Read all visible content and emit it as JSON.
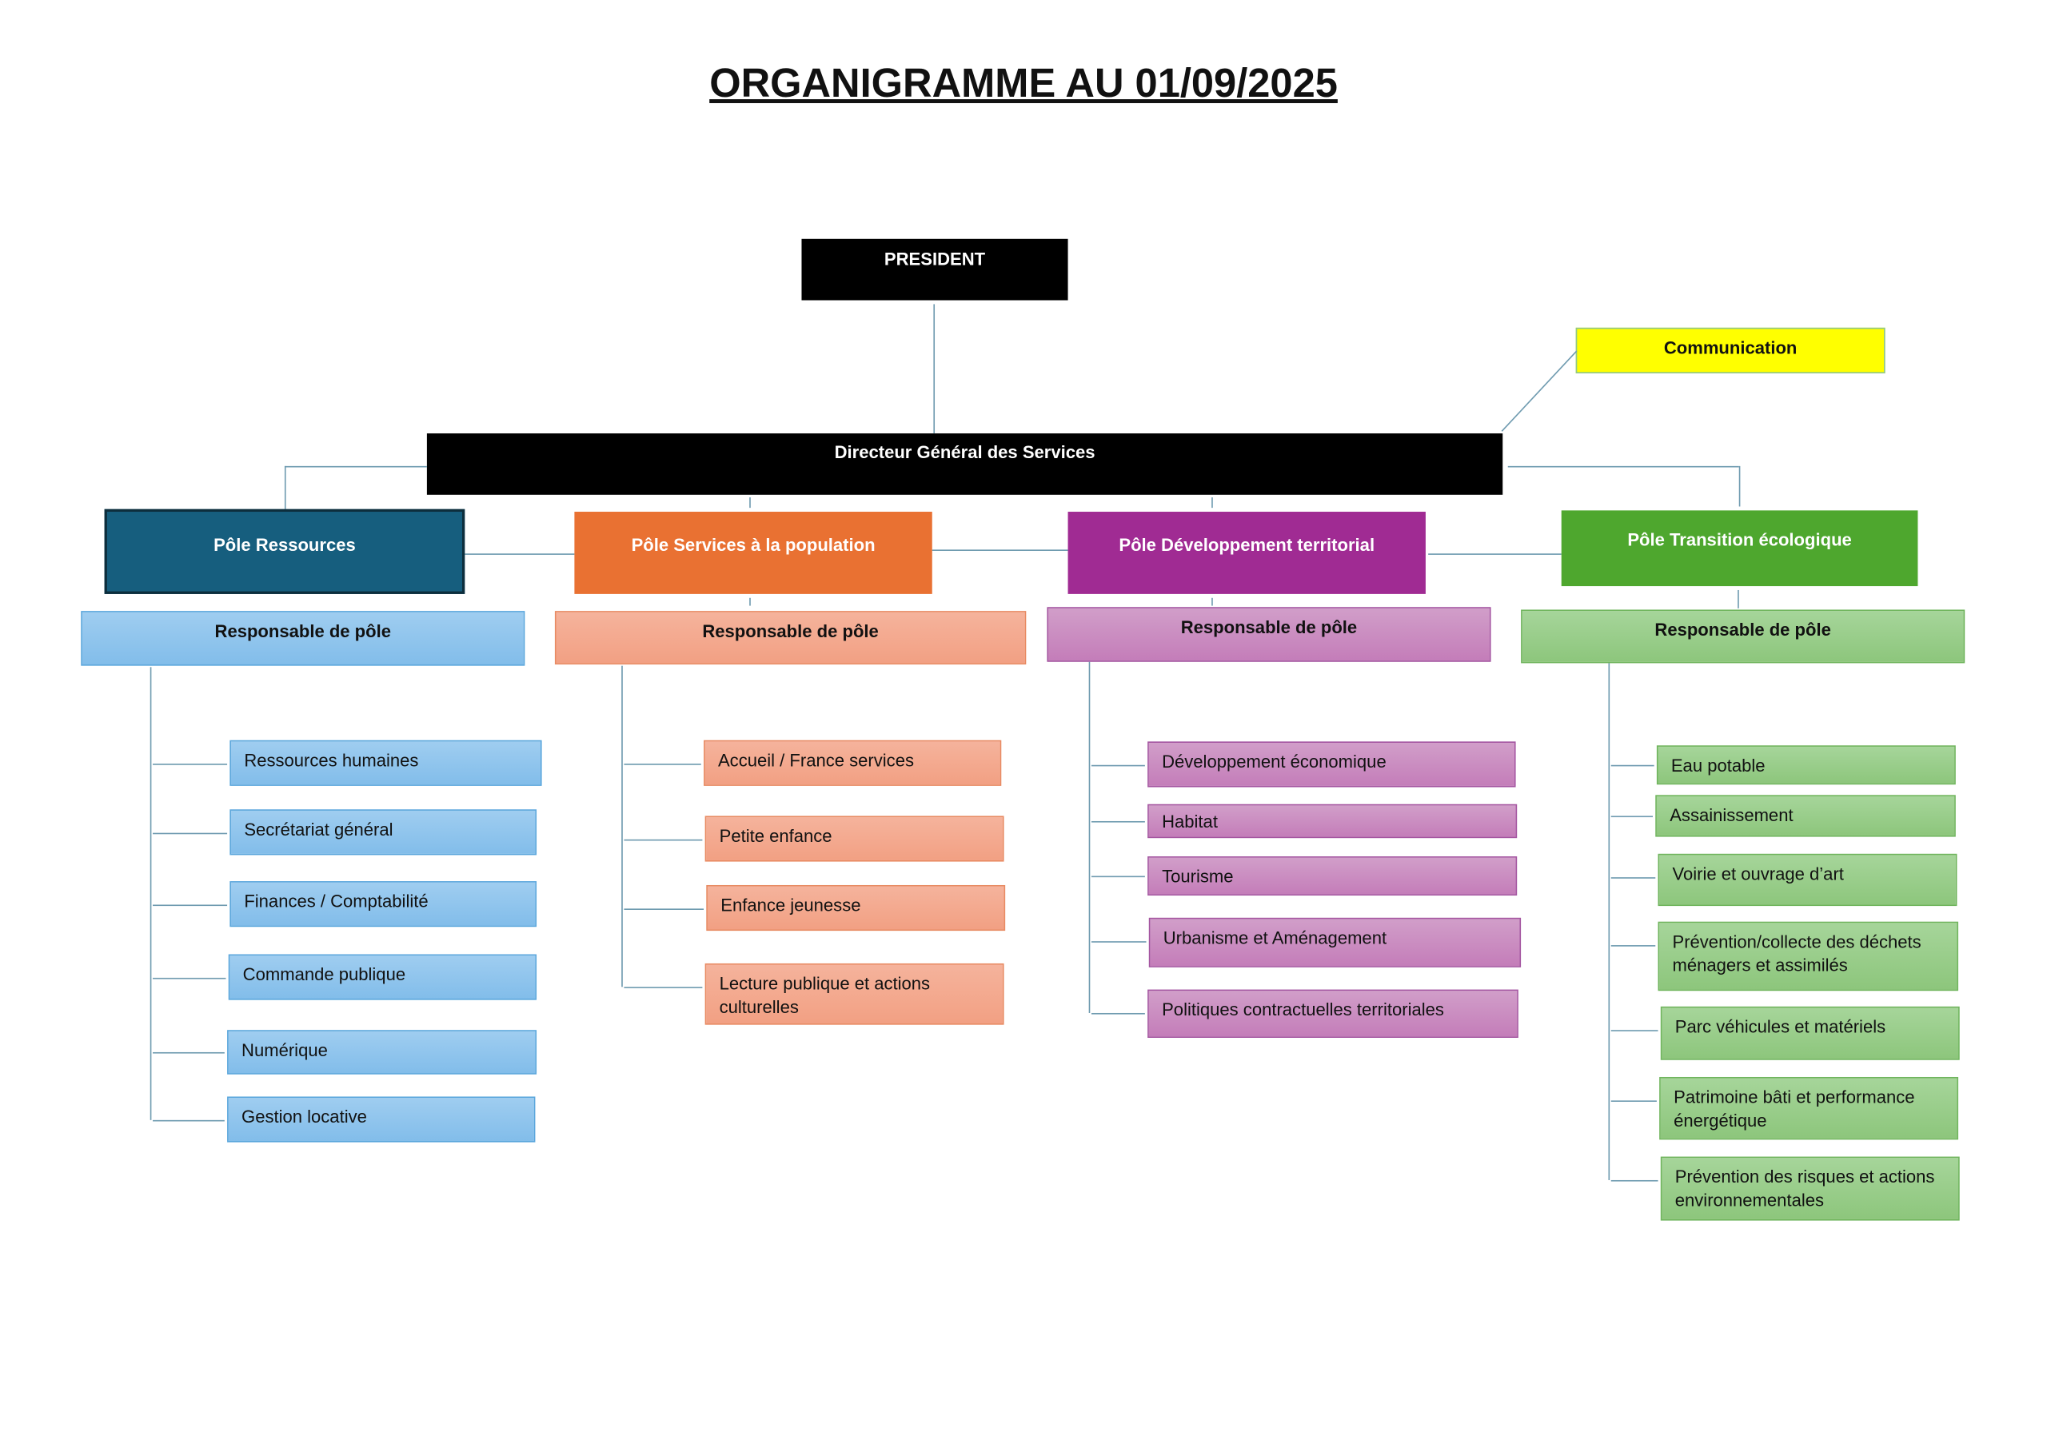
{
  "title": "ORGANIGRAMME AU 01/09/2025",
  "president": "PRESIDENT",
  "communication": "Communication",
  "dgs": "Directeur Général des Services",
  "colors": {
    "ressources": "#165e7e",
    "services": "#e97132",
    "developpement": "#a02b93",
    "transition": "#4ea72e",
    "communication": "#ffff00"
  },
  "poles": [
    {
      "name": "Pôle Ressources",
      "responsable": "Responsable de pôle",
      "services": [
        "Ressources humaines",
        "Secrétariat général",
        "Finances / Comptabilité",
        "Commande publique",
        "Numérique",
        "Gestion locative"
      ]
    },
    {
      "name": "Pôle Services à la population",
      "responsable": "Responsable de pôle",
      "services": [
        "Accueil / France services",
        "Petite enfance",
        "Enfance jeunesse",
        "Lecture publique et actions culturelles"
      ]
    },
    {
      "name": "Pôle Développement territorial",
      "responsable": "Responsable de pôle",
      "services": [
        "Développement économique",
        "Habitat",
        "Tourisme",
        "Urbanisme et Aménagement",
        "Politiques contractuelles territoriales"
      ]
    },
    {
      "name": "Pôle Transition écologique",
      "responsable": "Responsable de pôle",
      "services": [
        "Eau potable",
        "Assainissement",
        "Voirie et ouvrage d’art",
        "Prévention/collecte des déchets ménagers et assimilés",
        "Parc véhicules et matériels",
        "Patrimoine bâti et performance énergétique",
        "Prévention des risques et actions environnementales"
      ]
    }
  ]
}
